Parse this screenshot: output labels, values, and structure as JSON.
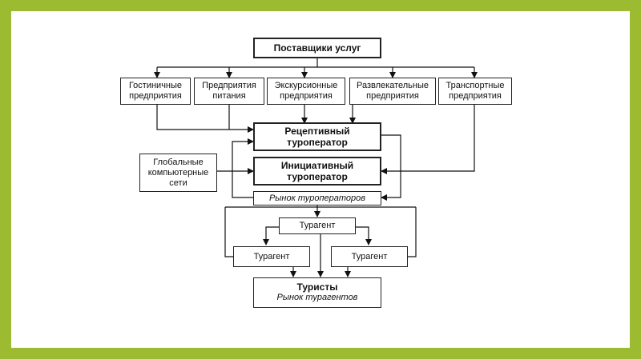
{
  "diagram": {
    "suppliers": "Поставщики услуг",
    "hotels": [
      "Гостиничные",
      "предприятия"
    ],
    "food": [
      "Предприятия",
      "питания"
    ],
    "excursion": [
      "Экскурсионные",
      "предприятия"
    ],
    "entertainment": [
      "Развлекательные",
      "предприятия"
    ],
    "transport": [
      "Транспортные",
      "предприятия"
    ],
    "receptive": [
      "Рецептивный",
      "туроператор"
    ],
    "initiative": [
      "Инициативный",
      "туроператор"
    ],
    "global_systems": [
      "Глобальные",
      "компьютерные",
      "сети"
    ],
    "operators_market": "Рынок туроператоров",
    "agent_top": "Турагент",
    "agent_left": "Турагент",
    "agent_right": "Турагент",
    "tourists": "Туристы",
    "agents_market": "Рынок турагентов"
  }
}
